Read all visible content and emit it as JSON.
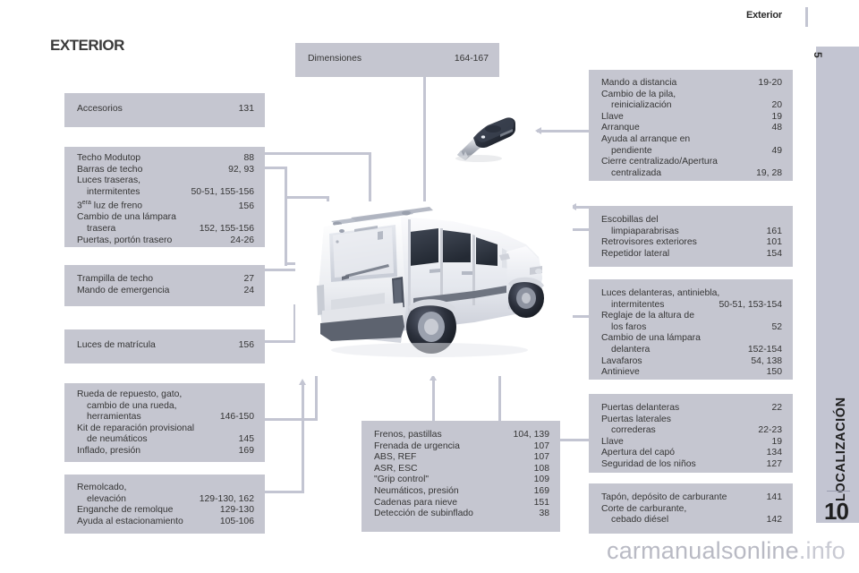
{
  "header": {
    "title": "Exterior",
    "side_tab_top_number": "5",
    "side_tab_label": "LOCALIZACIÓN",
    "chapter_number": "10"
  },
  "section": {
    "title": "EXTERIOR"
  },
  "watermark": {
    "text": "carmanualsonline",
    "suffix": ".info"
  },
  "colors": {
    "box_fill": "#c5c6d0",
    "connector": "#c3c5d2",
    "text": "#353535",
    "page_background": "#ffffff"
  },
  "images": {
    "key": "car-key-fob-photo",
    "vehicle": "van-rear-three-quarter-illustration"
  },
  "boxes": {
    "dimensiones": {
      "rows": [
        {
          "label": "Dimensiones",
          "page": "164-167",
          "indent": false
        }
      ]
    },
    "accesorios": {
      "rows": [
        {
          "label": "Accesorios",
          "page": "131",
          "indent": false
        }
      ]
    },
    "techo": {
      "rows": [
        {
          "label": "Techo Modutop",
          "page": "88",
          "indent": false
        },
        {
          "label": "Barras de techo",
          "page": "92, 93",
          "indent": false
        },
        {
          "label": "Luces traseras,",
          "page": "",
          "indent": false
        },
        {
          "label": "intermitentes",
          "page": "50-51, 155-156",
          "indent": true
        },
        {
          "label": "3era luz de freno",
          "page": "156",
          "indent": false,
          "sup": "era",
          "pre": "3",
          "post": " luz de freno"
        },
        {
          "label": "Cambio de una lámpara",
          "page": "",
          "indent": false
        },
        {
          "label": "trasera",
          "page": "152, 155-156",
          "indent": true
        },
        {
          "label": "Puertas, portón trasero",
          "page": "24-26",
          "indent": false
        }
      ]
    },
    "trampilla": {
      "rows": [
        {
          "label": "Trampilla de techo",
          "page": "27",
          "indent": false
        },
        {
          "label": "Mando de emergencia",
          "page": "24",
          "indent": false
        }
      ]
    },
    "matricula": {
      "rows": [
        {
          "label": "Luces de matrícula",
          "page": "156",
          "indent": false
        }
      ]
    },
    "rueda": {
      "rows": [
        {
          "label": "Rueda de repuesto, gato,",
          "page": "",
          "indent": false
        },
        {
          "label": "cambio de una rueda,",
          "page": "",
          "indent": true
        },
        {
          "label": "herramientas",
          "page": "146-150",
          "indent": true
        },
        {
          "label": "Kit de reparación provisional",
          "page": "",
          "indent": false
        },
        {
          "label": "de neumáticos",
          "page": "145",
          "indent": true
        },
        {
          "label": "Inflado, presión",
          "page": "169",
          "indent": false
        }
      ]
    },
    "remolcado": {
      "rows": [
        {
          "label": "Remolcado,",
          "page": "",
          "indent": false
        },
        {
          "label": "elevación",
          "page": "129-130, 162",
          "indent": true
        },
        {
          "label": "Enganche de remolque",
          "page": "129-130",
          "indent": false
        },
        {
          "label": "Ayuda al estacionamiento",
          "page": "105-106",
          "indent": false
        }
      ]
    },
    "frenos": {
      "rows": [
        {
          "label": "Frenos, pastillas",
          "page": "104, 139",
          "indent": false
        },
        {
          "label": "Frenada de urgencia",
          "page": "107",
          "indent": false
        },
        {
          "label": "ABS, REF",
          "page": "107",
          "indent": false
        },
        {
          "label": "ASR, ESC",
          "page": "108",
          "indent": false
        },
        {
          "label": "\"Grip control\"",
          "page": "109",
          "indent": false
        },
        {
          "label": "Neumáticos, presión",
          "page": "169",
          "indent": false
        },
        {
          "label": "Cadenas para nieve",
          "page": "151",
          "indent": false
        },
        {
          "label": "Detección de subinflado",
          "page": "38",
          "indent": false
        }
      ]
    },
    "mando": {
      "rows": [
        {
          "label": "Mando a distancia",
          "page": "19-20",
          "indent": false
        },
        {
          "label": "Cambio de la pila,",
          "page": "",
          "indent": false
        },
        {
          "label": "reinicialización",
          "page": "20",
          "indent": true
        },
        {
          "label": "Llave",
          "page": "19",
          "indent": false
        },
        {
          "label": "Arranque",
          "page": "48",
          "indent": false
        },
        {
          "label": "Ayuda al arranque en",
          "page": "",
          "indent": false
        },
        {
          "label": "pendiente",
          "page": "49",
          "indent": true
        },
        {
          "label": "Cierre centralizado/Apertura",
          "page": "",
          "indent": false
        },
        {
          "label": "centralizada",
          "page": "19, 28",
          "indent": true
        }
      ]
    },
    "escobillas": {
      "rows": [
        {
          "label": "Escobillas del",
          "page": "",
          "indent": false
        },
        {
          "label": "limpiaparabrisas",
          "page": "161",
          "indent": true
        },
        {
          "label": "Retrovisores exteriores",
          "page": "101",
          "indent": false
        },
        {
          "label": "Repetidor lateral",
          "page": "154",
          "indent": false
        }
      ]
    },
    "luces_delanteras": {
      "rows": [
        {
          "label": "Luces delanteras, antiniebla,",
          "page": "",
          "indent": false
        },
        {
          "label": "intermitentes",
          "page": "50-51, 153-154",
          "indent": true
        },
        {
          "label": "Reglaje de la altura de",
          "page": "",
          "indent": false
        },
        {
          "label": "los faros",
          "page": "52",
          "indent": true
        },
        {
          "label": "Cambio de una lámpara",
          "page": "",
          "indent": false
        },
        {
          "label": "delantera",
          "page": "152-154",
          "indent": true
        },
        {
          "label": "Lavafaros",
          "page": "54, 138",
          "indent": false
        },
        {
          "label": "Antinieve",
          "page": "150",
          "indent": false
        }
      ]
    },
    "puertas": {
      "rows": [
        {
          "label": "Puertas delanteras",
          "page": "22",
          "indent": false
        },
        {
          "label": "Puertas laterales",
          "page": "",
          "indent": false
        },
        {
          "label": "correderas",
          "page": "22-23",
          "indent": true
        },
        {
          "label": "Llave",
          "page": "19",
          "indent": false
        },
        {
          "label": "Apertura del capó",
          "page": "134",
          "indent": false
        },
        {
          "label": "Seguridad de los niños",
          "page": "127",
          "indent": false
        }
      ]
    },
    "carburante": {
      "rows": [
        {
          "label": "Tapón, depósito de carburante",
          "page": "141",
          "indent": false
        },
        {
          "label": "Corte de carburante,",
          "page": "",
          "indent": false
        },
        {
          "label": "cebado diésel",
          "page": "142",
          "indent": true
        }
      ]
    }
  }
}
